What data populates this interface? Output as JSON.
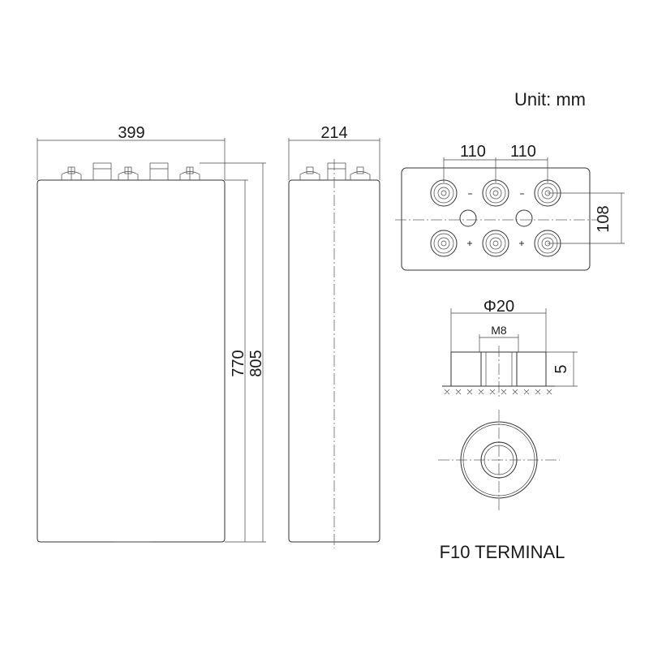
{
  "unit_label": "Unit: mm",
  "front_view": {
    "width_label": "399",
    "height_inner_label": "770",
    "height_total_label": "805"
  },
  "side_view": {
    "width_label": "214"
  },
  "top_view": {
    "pitch_label_1": "110",
    "pitch_label_2": "110",
    "row_spacing_label": "108"
  },
  "terminal": {
    "diameter_label": "Φ20",
    "thread_label": "M8",
    "height_label": "5",
    "title": "F10 TERMINAL"
  },
  "colors": {
    "line": "#333333",
    "text": "#1a1a1a",
    "background": "#ffffff"
  }
}
